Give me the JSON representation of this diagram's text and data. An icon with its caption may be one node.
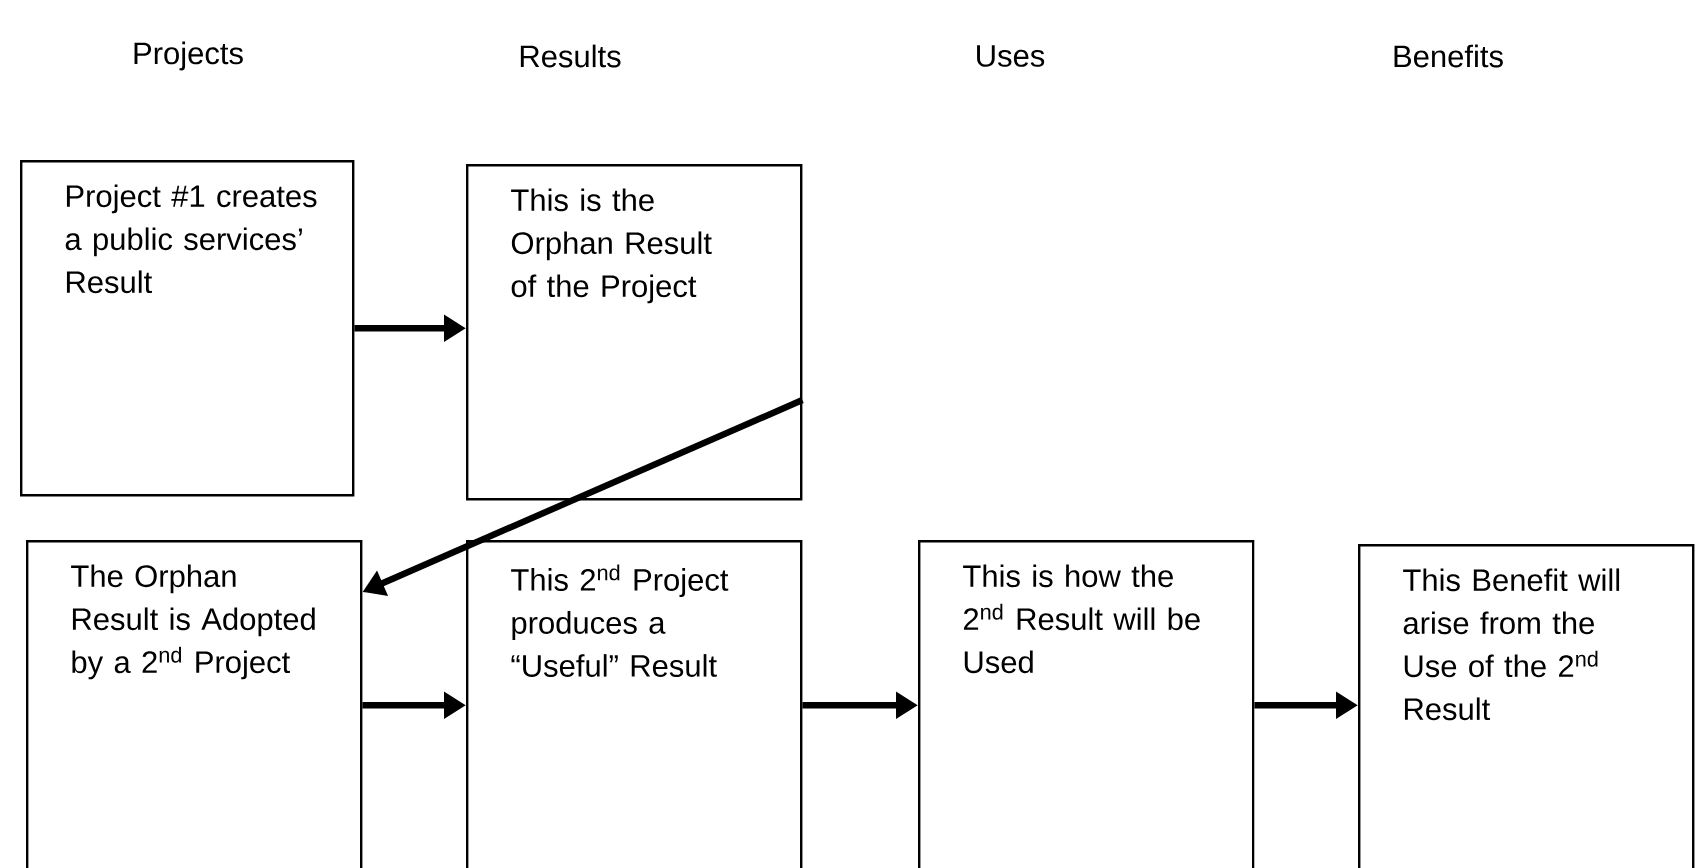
{
  "diagram": {
    "nodes": [
      {
        "text": [
          "Project #1 creates a public services’ Result"
        ]
      },
      {
        "text": [
          "This is the Orphan Result of the Project"
        ]
      },
      {
        "text": [
          "The Orphan Result is Adopted by a 2$^{nd}$ Project"
        ]
      },
      {
        "text": [
          "This 2$^{nd}$ Project produces a “Useful” Result"
        ]
      },
      {
        "text": [
          "This is how the 2$^{nd}$ Result will be Used"
        ]
      },
      {
        "text": [
          "This Benefit will arise from the Use of the 2$^{nd}$ Result"
        ]
      }
    ],
    "edges": [
      {
        "from": 0,
        "to": 1,
        "arrow": "to"
      },
      {
        "from": 1,
        "to": 2,
        "arrow": "to"
      },
      {
        "from": 2,
        "to": 3,
        "arrow": "to"
      },
      {
        "from": 3,
        "to": 4,
        "arrow": "to"
      },
      {
        "from": 4,
        "to": 5,
        "arrow": "to"
      }
    ],
    "labels": [
      "Projects",
      "Results",
      "Uses",
      "Benefits"
    ]
  }
}
